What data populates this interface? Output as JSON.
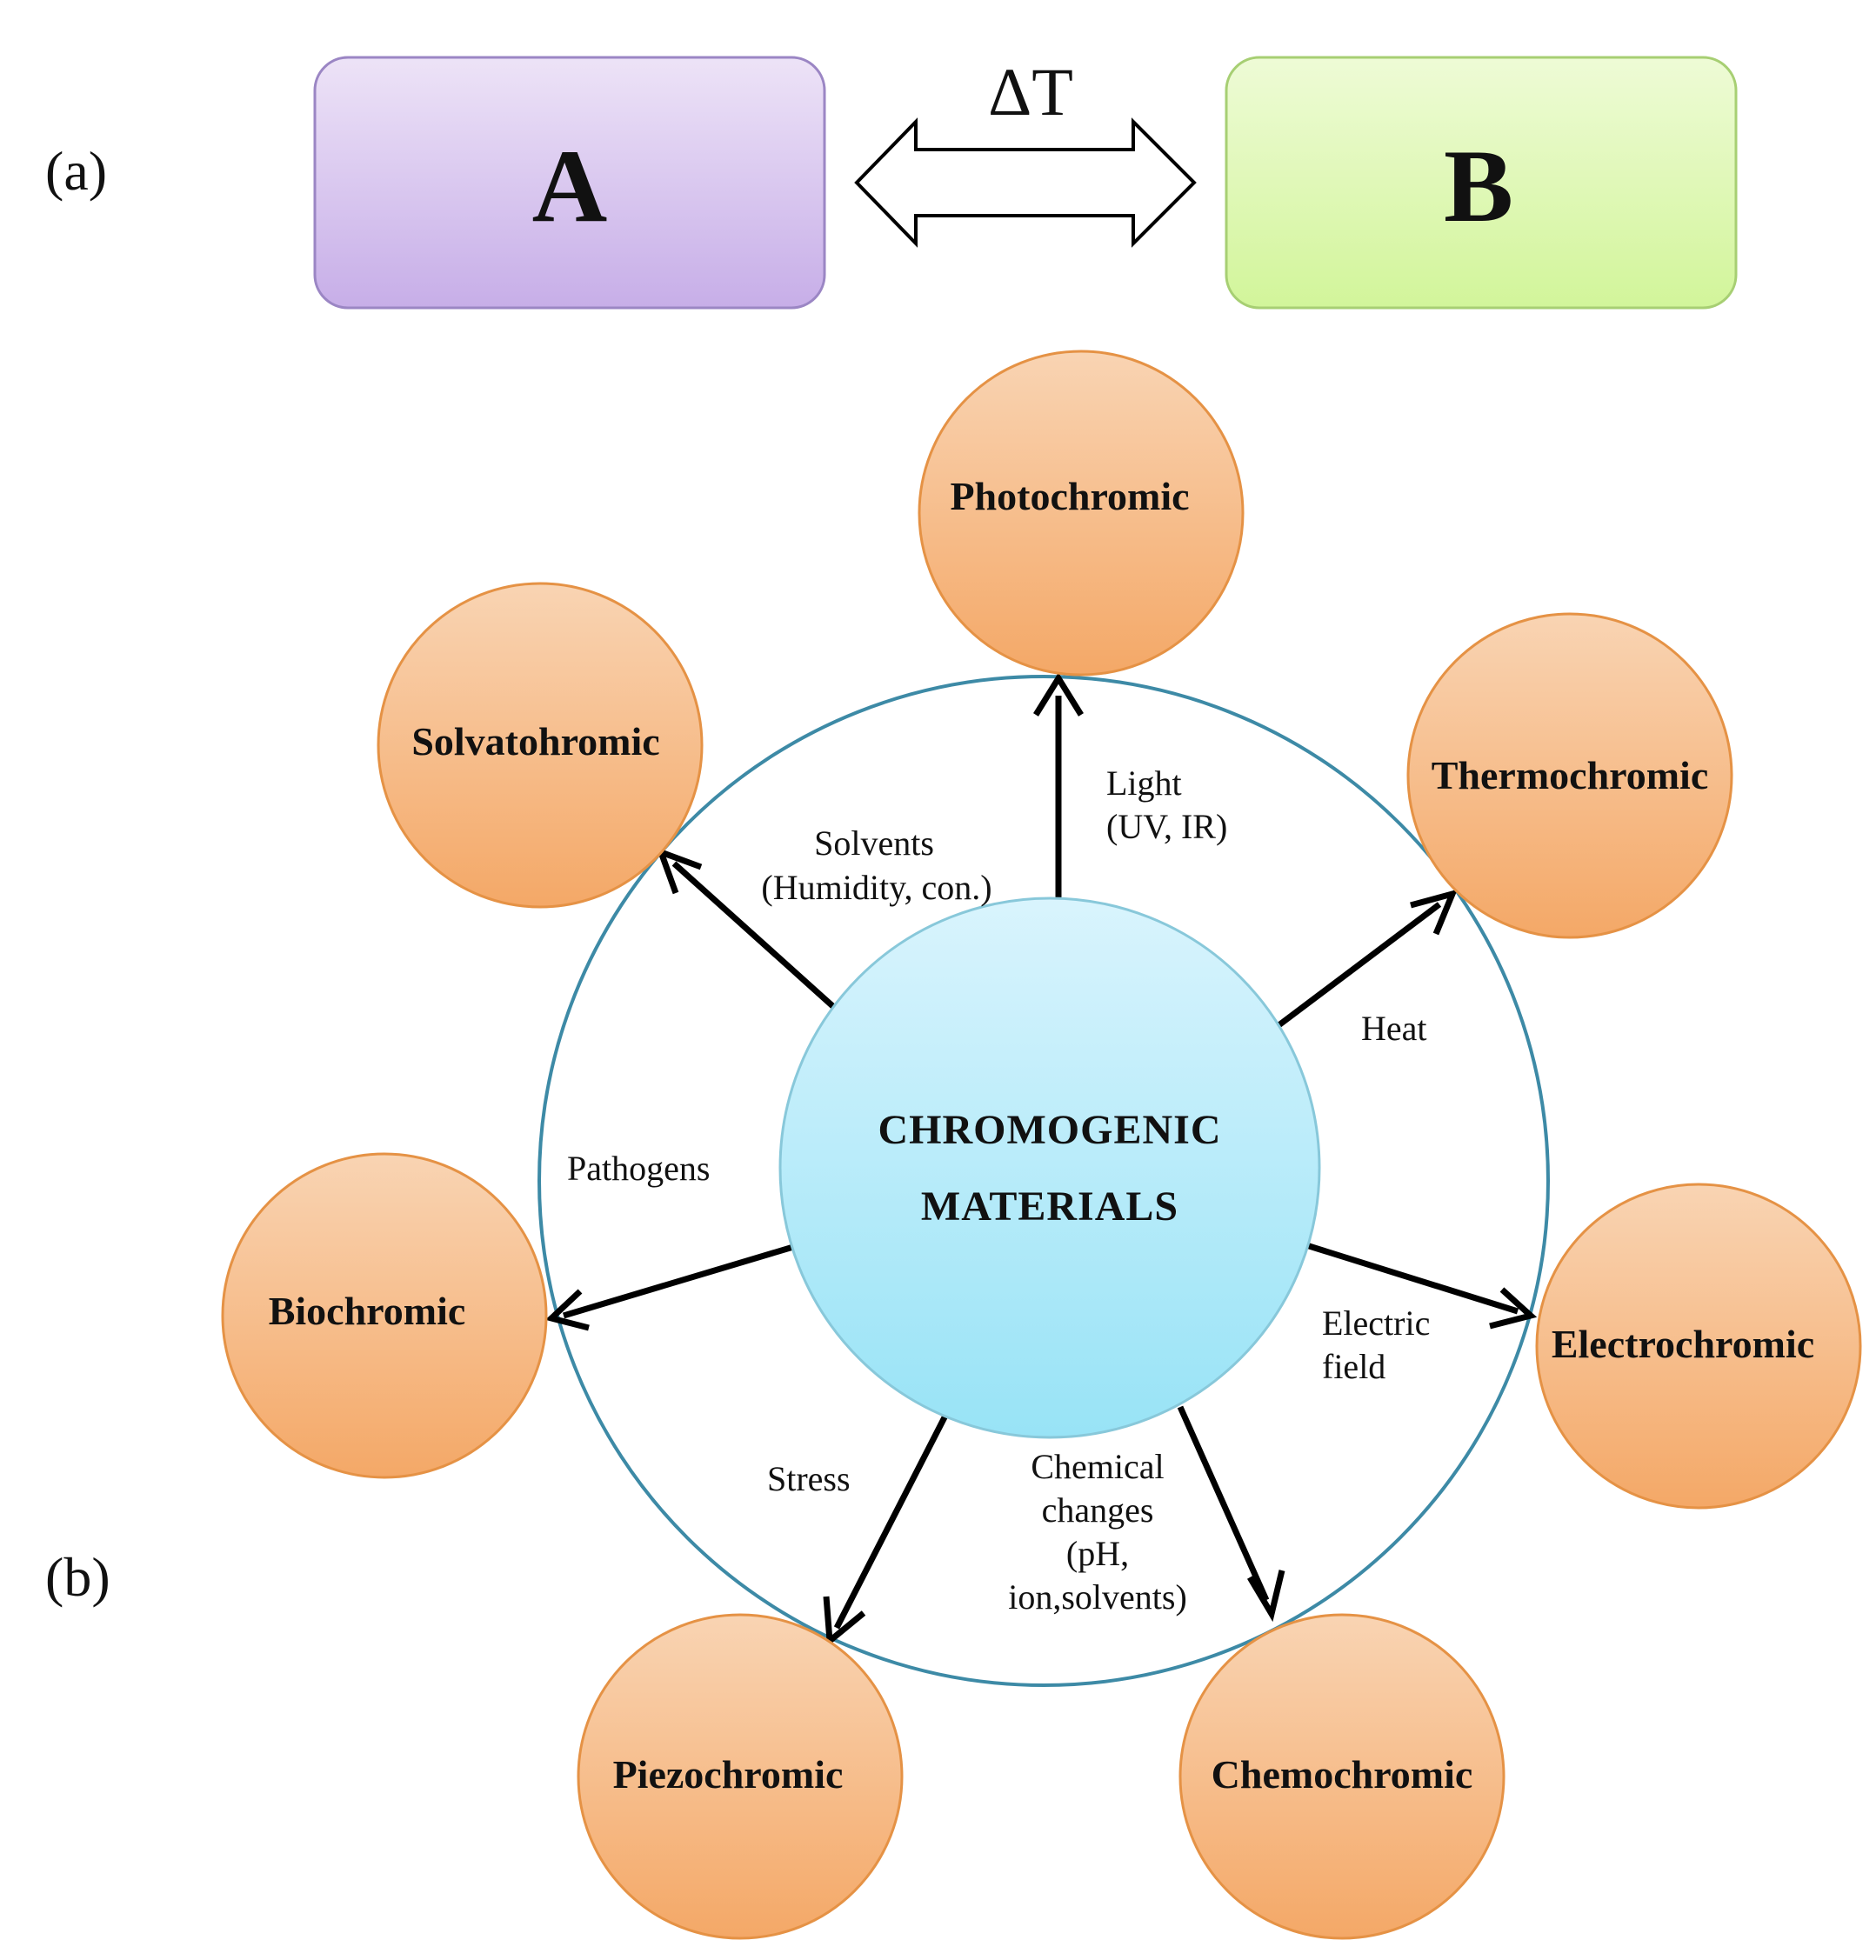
{
  "panel_a": {
    "label": "(a)",
    "state_a": "A",
    "state_b": "B",
    "transition": "ΔT",
    "colors": {
      "box_a_top": "#ede3f7",
      "box_a_bottom": "#c7aee8",
      "box_a_stroke": "#9b86c4",
      "box_b_top": "#eefbd6",
      "box_b_bottom": "#d2f59a",
      "box_b_stroke": "#a7cf73"
    }
  },
  "panel_b": {
    "label": "(b)",
    "center": {
      "line1": "CHROMOGENIC",
      "line2": "MATERIALS"
    },
    "nodes": [
      {
        "id": "photochromic",
        "label": "Photochromic"
      },
      {
        "id": "thermochromic",
        "label": "Thermochromic"
      },
      {
        "id": "electrochromic",
        "label": "Electrochromic"
      },
      {
        "id": "chemochromic",
        "label": "Chemochromic"
      },
      {
        "id": "piezochromic",
        "label": "Piezochromic"
      },
      {
        "id": "biochromic",
        "label": "Biochromic"
      },
      {
        "id": "solvatohromic",
        "label": "Solvatohromic"
      }
    ],
    "stimuli": {
      "light": [
        "Light",
        "(UV, IR)"
      ],
      "heat": [
        "Heat"
      ],
      "electric": [
        "Electric",
        "field"
      ],
      "chemical": [
        "Chemical",
        "changes",
        "(pH,",
        "ion,solvents)"
      ],
      "stress": [
        "Stress"
      ],
      "pathogens": [
        "Pathogens"
      ],
      "solvents": [
        "Solvents",
        "(Humidity, con.)"
      ]
    },
    "colors": {
      "ring": "#3d8aa6",
      "node_top": "#f9d4b3",
      "node_bottom": "#f4a867",
      "node_stroke": "#e59245",
      "center_top": "#d9f4fd",
      "center_bottom": "#98e3f6",
      "center_stroke": "#88c8da",
      "arrow": "#000000"
    }
  }
}
